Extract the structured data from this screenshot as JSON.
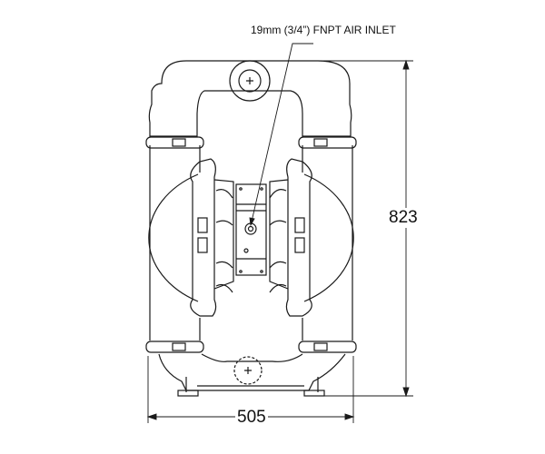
{
  "callout": {
    "air_inlet": "19mm (3/4”) FNPT AIR INLET"
  },
  "dimensions": {
    "height": "823",
    "width": "505"
  },
  "colors": {
    "line": "#1a1a1a",
    "background": "#ffffff"
  }
}
